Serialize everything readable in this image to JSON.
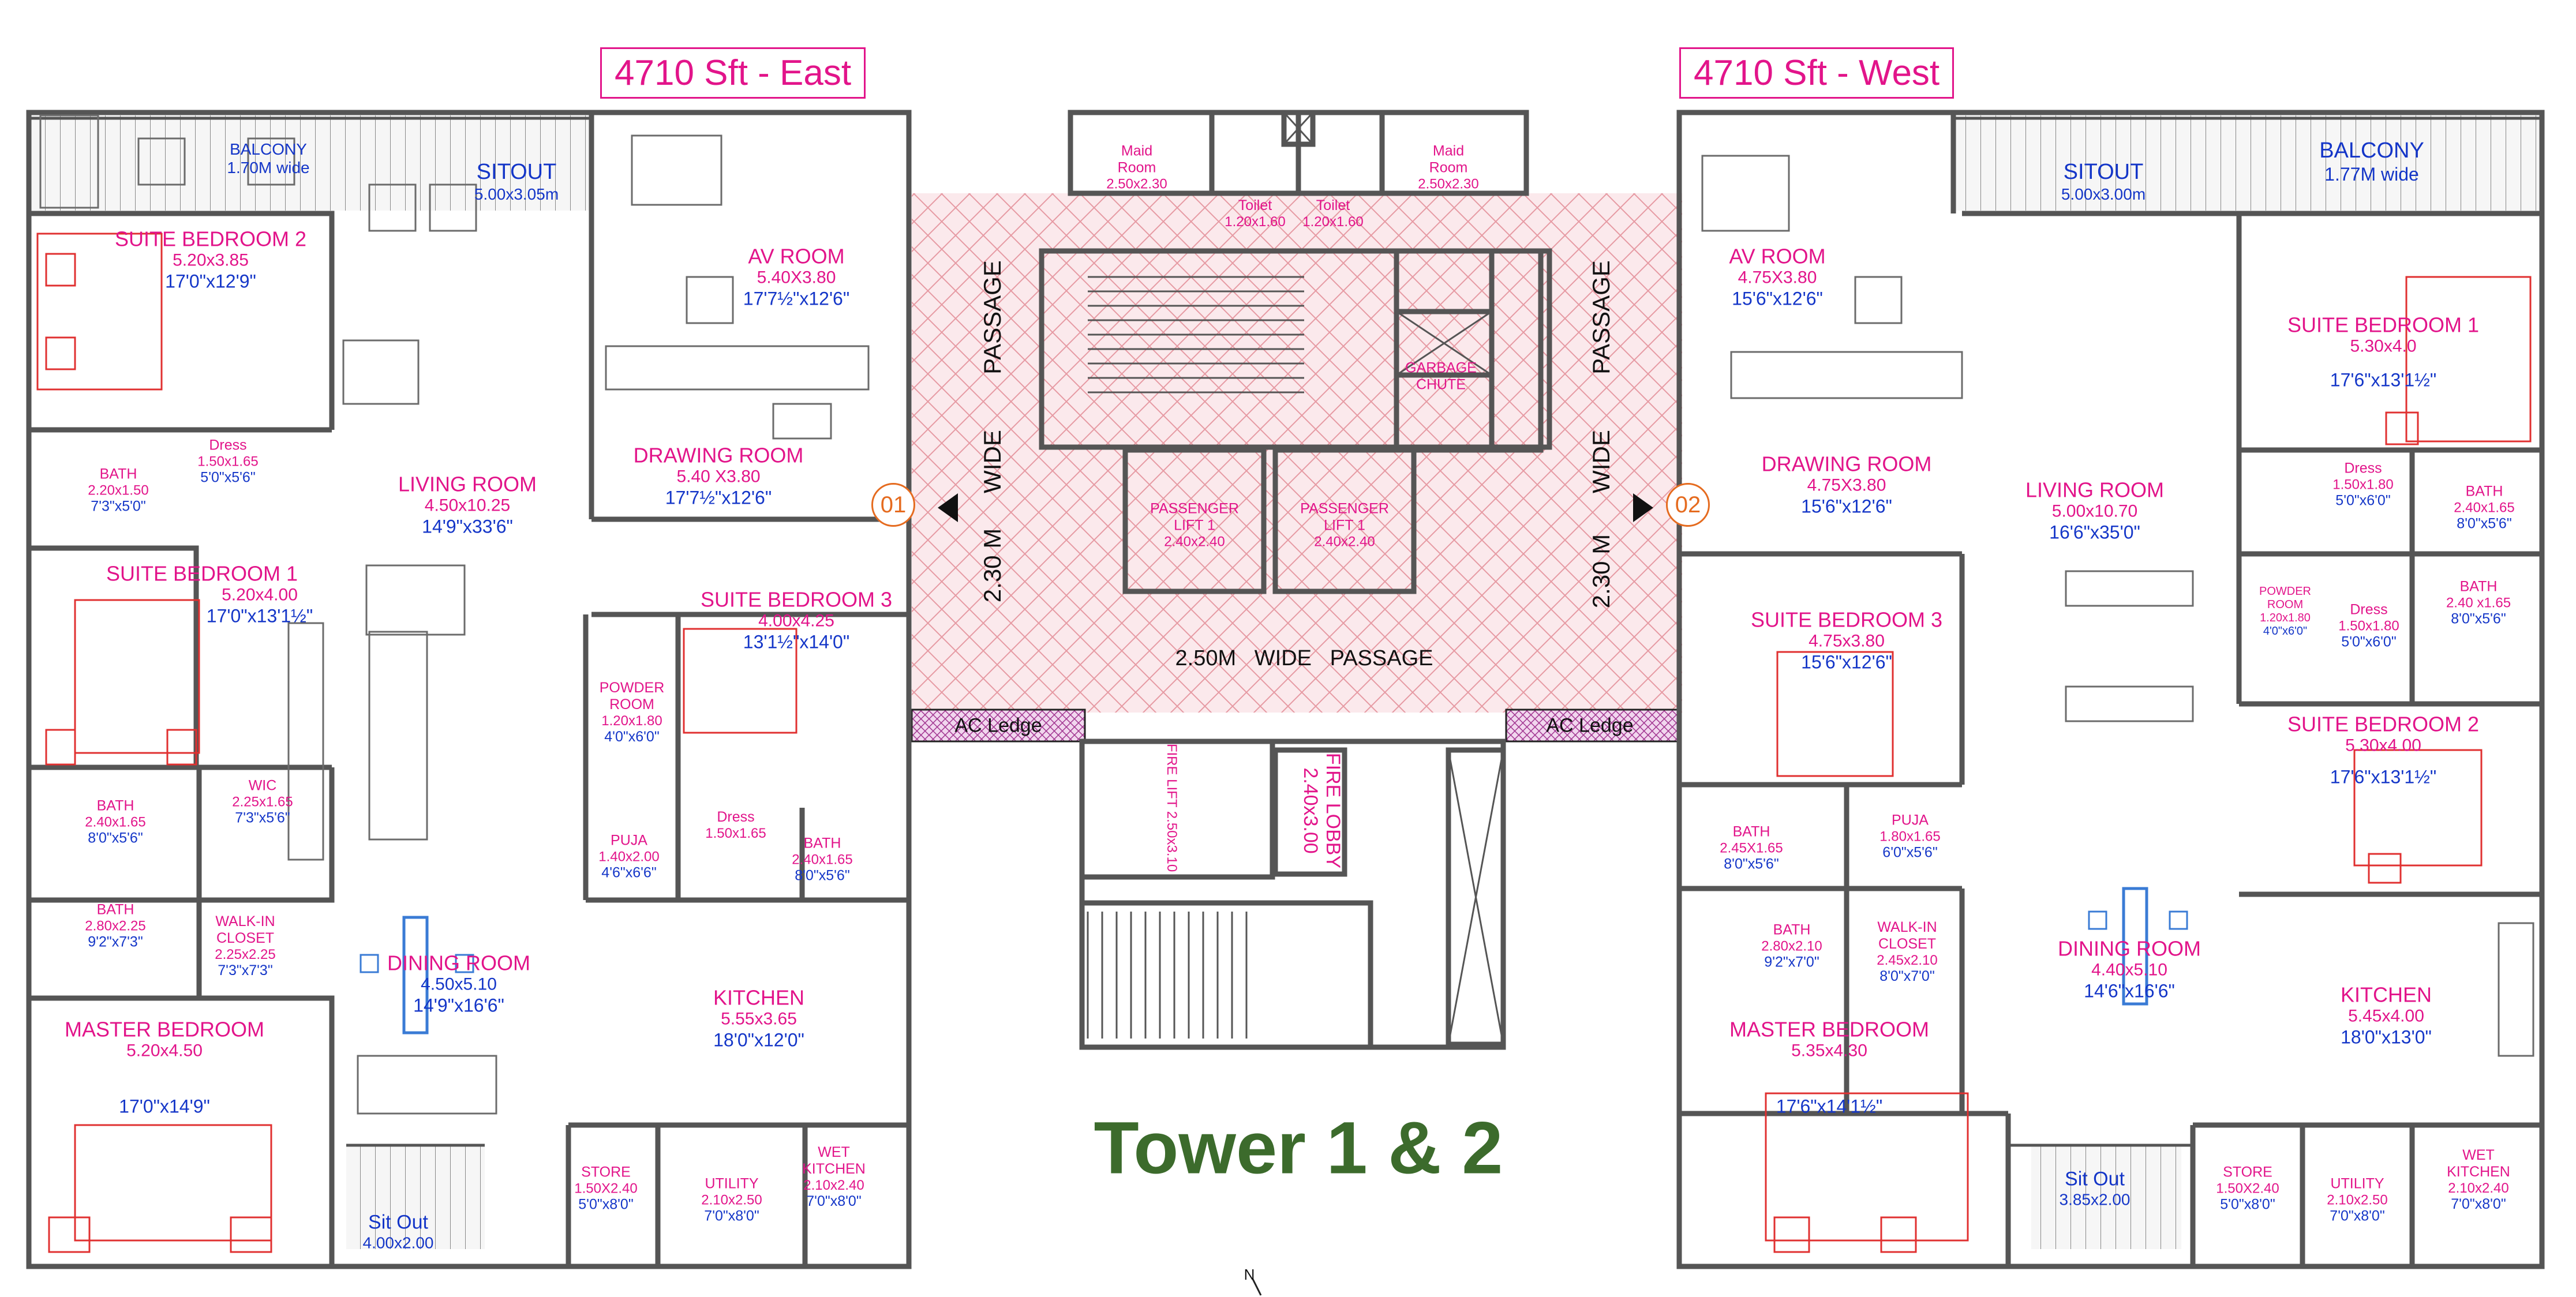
{
  "titles": {
    "east": "4710 Sft - East",
    "west": "4710 Sft - West",
    "tower": "Tower 1 & 2"
  },
  "core": {
    "passage_vertical": "PASSAGE",
    "wide": "WIDE",
    "width_230": "2.30 M",
    "passage_main": "2.50M   WIDE   PASSAGE",
    "ac_ledge": "AC Ledge",
    "maid_room": "Maid Room",
    "maid_dim": "2.50x2.30",
    "toilet": "Toilet",
    "toilet_dim": "1.20x1.60",
    "garbage_chute": "GARBAGE CHUTE",
    "passenger_lift": "PASSENGER LIFT 1",
    "lift_dim": "2.40x2.40",
    "fire_lift": "FIRE LIFT",
    "fire_lift_dim": "2.50x3.10",
    "fire_lobby": "FIRE LOBBY",
    "fire_lobby_dim": "2.40x3.00",
    "unit_east": "01",
    "unit_west": "02",
    "north": "N"
  },
  "east": {
    "balcony": "BALCONY",
    "balcony_dim": "1.70M wide",
    "sitout": "SITOUT",
    "sitout_dim": "5.00x3.05m",
    "av_room": "AV ROOM",
    "av_dim": "5.40X3.80",
    "av_ft": "17'7½\"x12'6\"",
    "suite2": "SUITE BEDROOM 2",
    "suite2_dim": "5.20x3.85",
    "suite2_ft": "17'0\"x12'9\"",
    "drawing": "DRAWING ROOM",
    "drawing_dim": "5.40 X3.80",
    "drawing_ft": "17'7½\"x12'6\"",
    "living": "LIVING ROOM",
    "living_dim": "4.50x10.25",
    "living_ft": "14'9\"x33'6\"",
    "dress": "Dress",
    "dress_dim": "1.50x1.65",
    "dress_ft": "5'0\"x5'6\"",
    "bath1": "BATH",
    "bath1_dim": "2.20x1.50",
    "bath1_ft": "7'3\"x5'0\"",
    "suite1": "SUITE BEDROOM 1",
    "suite1_dim": "5.20x4.00",
    "suite1_ft": "17'0\"x13'1½\"",
    "suite3": "SUITE BEDROOM 3",
    "suite3_dim": "4.00x4.25",
    "suite3_ft": "13'1½\"x14'0\"",
    "powder": "POWDER ROOM",
    "powder_dim": "1.20x1.80",
    "powder_ft": "4'0\"x6'0\"",
    "wic": "WIC",
    "wic_dim": "2.25x1.65",
    "wic_ft": "7'3\"x5'6\"",
    "bath2": "BATH",
    "bath2_dim": "2.40x1.65",
    "bath2_ft": "8'0\"x5'6\"",
    "puja": "PUJA",
    "puja_dim": "1.40x2.00",
    "puja_ft": "4'6\"x6'6\"",
    "dress2": "Dress",
    "dress2_dim": "1.50x1.65",
    "bath3": "BATH",
    "bath3_dim": "2.40x1.65",
    "bath3_ft": "8'0\"x5'6\"",
    "bath4": "BATH",
    "bath4_dim": "2.80x2.25",
    "bath4_ft": "9'2\"x7'3\"",
    "walkin": "WALK-IN CLOSET",
    "walkin_dim": "2.25x2.25",
    "walkin_ft": "7'3\"x7'3\"",
    "dining": "DINING ROOM",
    "dining_dim": "4.50x5.10",
    "dining_ft": "14'9\"x16'6\"",
    "kitchen": "KITCHEN",
    "kitchen_dim": "5.55x3.65",
    "kitchen_ft": "18'0\"x12'0\"",
    "master": "MASTER BEDROOM",
    "master_dim": "5.20x4.50",
    "master_ft": "17'0\"x14'9\"",
    "store": "STORE",
    "store_dim": "1.50X2.40",
    "store_ft": "5'0\"x8'0\"",
    "utility": "UTILITY",
    "utility_dim": "2.10x2.50",
    "utility_ft": "7'0\"x8'0\"",
    "wet": "WET KITCHEN",
    "wet_dim": "2.10x2.40",
    "wet_ft": "7'0\"x8'0\"",
    "sitout2": "Sit Out",
    "sitout2_dim": "4.00x2.00"
  },
  "west": {
    "av_room": "AV ROOM",
    "av_dim": "4.75X3.80",
    "av_ft": "15'6\"x12'6\"",
    "sitout": "SITOUT",
    "sitout_dim": "5.00x3.00m",
    "balcony": "BALCONY",
    "balcony_dim": "1.77M wide",
    "suite1": "SUITE BEDROOM 1",
    "suite1_dim": "5.30x4.0",
    "suite1_ft": "17'6\"x13'1½\"",
    "drawing": "DRAWING ROOM",
    "drawing_dim": "4.75X3.80",
    "drawing_ft": "15'6\"x12'6\"",
    "living": "LIVING ROOM",
    "living_dim": "5.00x10.70",
    "living_ft": "16'6\"x35'0\"",
    "dress": "Dress",
    "dress_dim": "1.50x1.80",
    "dress_ft": "5'0\"x6'0\"",
    "bath1": "BATH",
    "bath1_dim": "2.40x1.65",
    "bath1_ft": "8'0\"x5'6\"",
    "powder": "POWDER ROOM",
    "powder_dim": "1.20x1.80",
    "powder_ft": "4'0\"x6'0\"",
    "dress2": "Dress",
    "dress2_dim": "1.50x1.80",
    "dress2_ft": "5'0\"x6'0\"",
    "bath2": "BATH",
    "bath2_dim": "2.40 x1.65",
    "bath2_ft": "8'0\"x5'6\"",
    "suite3": "SUITE BEDROOM 3",
    "suite3_dim": "4.75x3.80",
    "suite3_ft": "15'6\"x12'6\"",
    "suite2": "SUITE BEDROOM 2",
    "suite2_dim": "5.30x4.00",
    "suite2_ft": "17'6\"x13'1½\"",
    "bath3": "BATH",
    "bath3_dim": "2.45X1.65",
    "bath3_ft": "8'0\"x5'6\"",
    "puja": "PUJA",
    "puja_dim": "1.80x1.65",
    "puja_ft": "6'0\"x5'6\"",
    "bath4": "BATH",
    "bath4_dim": "2.80x2.10",
    "bath4_ft": "9'2\"x7'0\"",
    "walkin": "WALK-IN CLOSET",
    "walkin_dim": "2.45x2.10",
    "walkin_ft": "8'0\"x7'0\"",
    "dining": "DINING ROOM",
    "dining_dim": "4.40x5.10",
    "dining_ft": "14'6\"x16'6\"",
    "kitchen": "KITCHEN",
    "kitchen_dim": "5.45x4.00",
    "kitchen_ft": "18'0\"x13'0\"",
    "master": "MASTER BEDROOM",
    "master_dim": "5.35x4.30",
    "master_ft": "17'6\"x14'1½\"",
    "sitout2": "Sit Out",
    "sitout2_dim": "3.85x2.00",
    "store": "STORE",
    "store_dim": "1.50X2.40",
    "store_ft": "5'0\"x8'0\"",
    "utility": "UTILITY",
    "utility_dim": "2.10x2.50",
    "utility_ft": "7'0\"x8'0\"",
    "wet": "WET KITCHEN",
    "wet_dim": "2.10x2.40",
    "wet_ft": "7'0\"x8'0\""
  }
}
